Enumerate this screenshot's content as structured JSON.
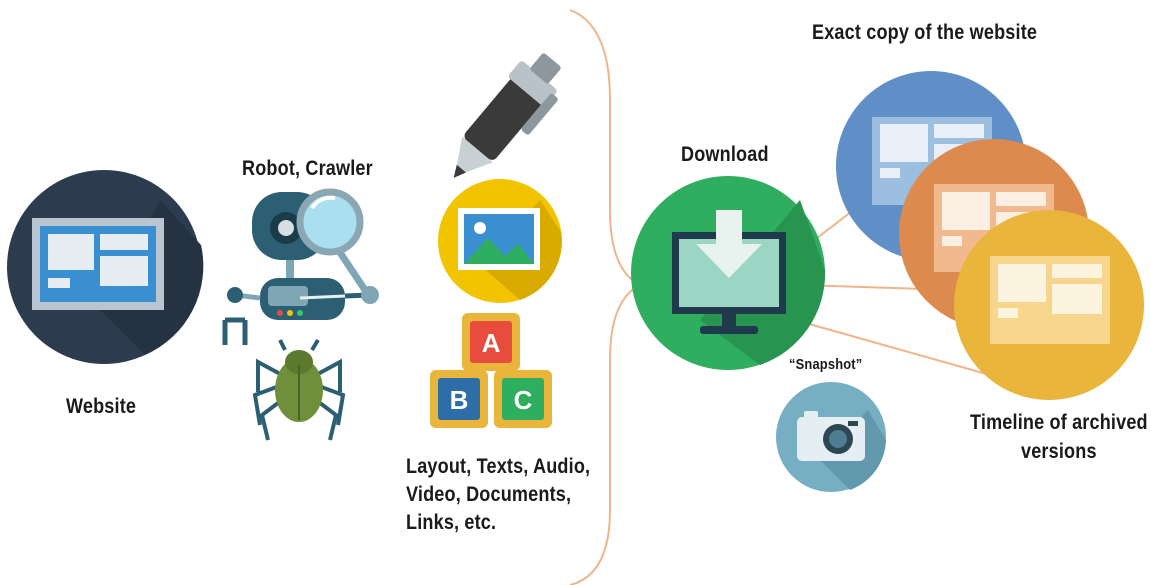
{
  "diagram": {
    "labels": {
      "website": "Website",
      "robot_crawler": "Robot, Crawler",
      "content_types": [
        "Layout, Texts, Audio,",
        "Video, Documents,",
        "Links, etc."
      ],
      "download": "Download",
      "exact_copy": "Exact copy of the website",
      "snapshot": "“Snapshot”",
      "timeline": [
        "Timeline of archived",
        "versions"
      ]
    },
    "block_letters": [
      "A",
      "B",
      "C"
    ],
    "icons": [
      "website-icon",
      "robot-icon",
      "magnifier-icon",
      "spider-icon",
      "pen-icon",
      "image-icon",
      "abc-blocks-icon",
      "download-icon",
      "camera-icon",
      "archive-version-icon"
    ],
    "colors": {
      "website_circle": "#2c3b4e",
      "image_circle": "#f2c400",
      "download_circle": "#2fae5f",
      "archive_blue": "#5f8fc6",
      "archive_orange": "#dc8a4e",
      "archive_gold": "#e9b53b",
      "camera_circle": "#76aec4",
      "connector": "#f0b48a"
    }
  }
}
